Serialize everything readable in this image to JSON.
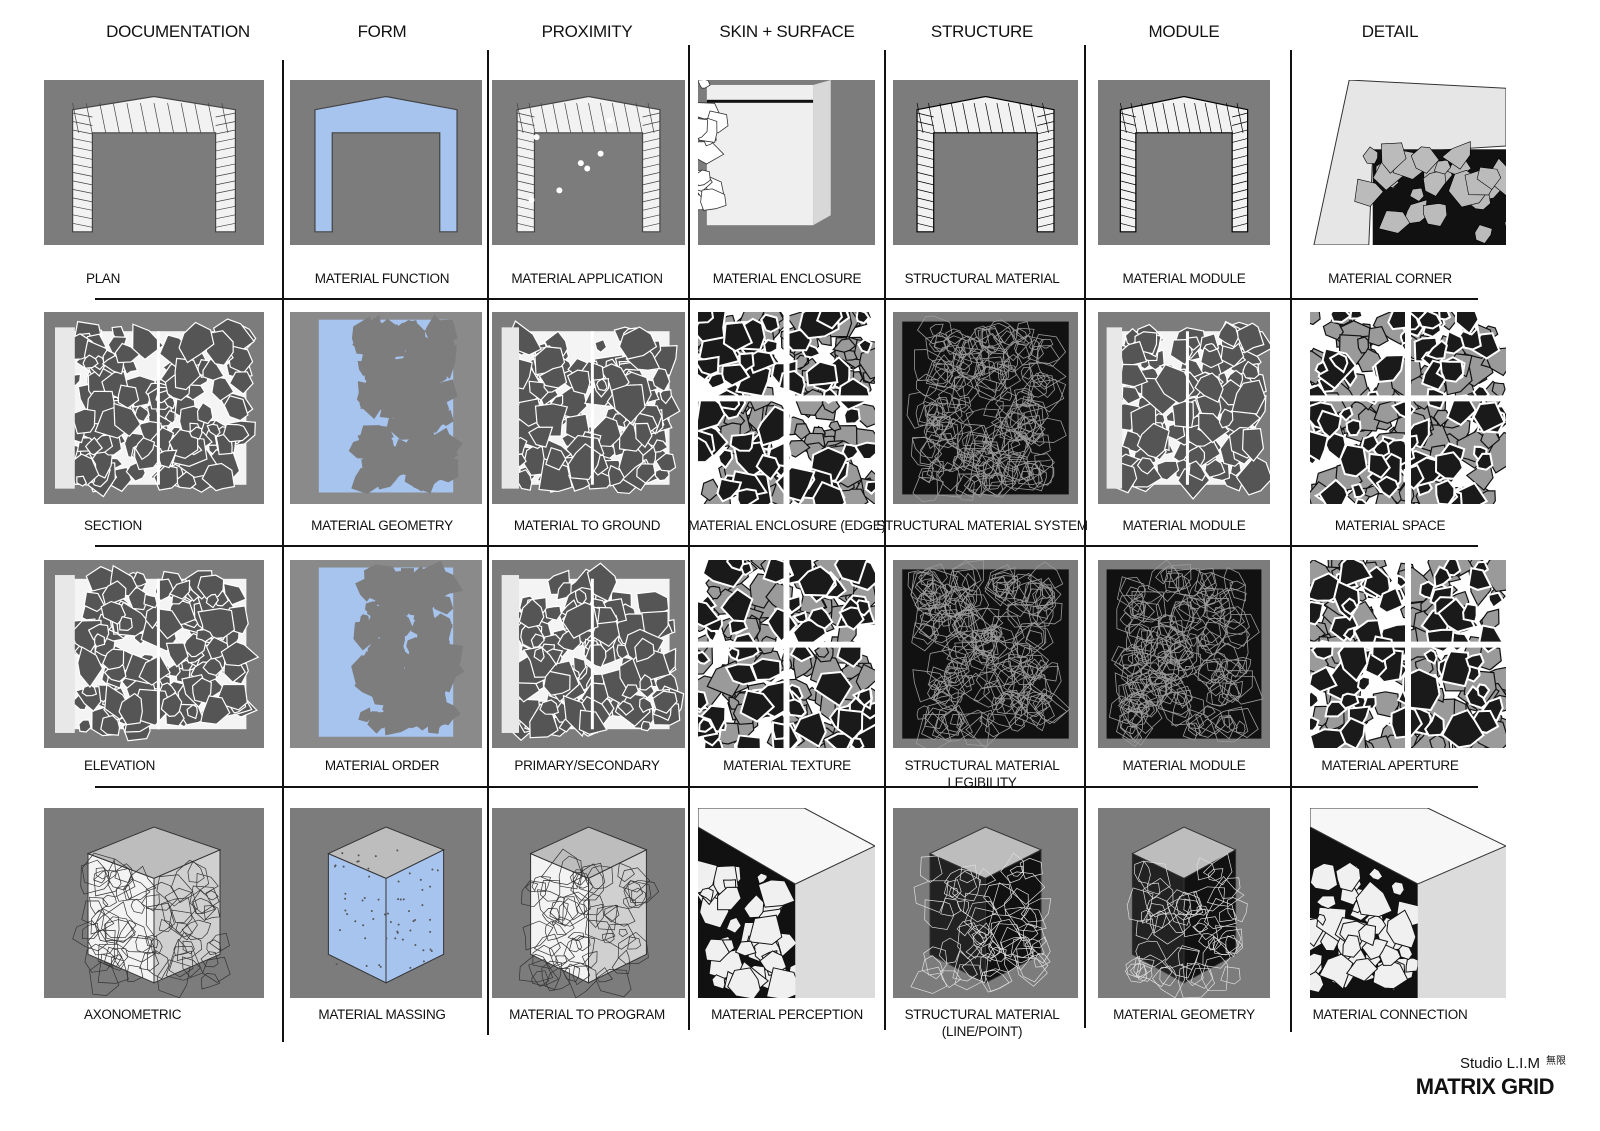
{
  "columns": [
    "DOCUMENTATION",
    "FORM",
    "PROXIMITY",
    "SKIN + SURFACE",
    "STRUCTURE",
    "MODULE",
    "DETAIL"
  ],
  "rows": [
    [
      "PLAN",
      "MATERIAL FUNCTION",
      "MATERIAL APPLICATION",
      "MATERIAL ENCLOSURE",
      "STRUCTURAL MATERIAL",
      "MATERIAL MODULE",
      "MATERIAL CORNER"
    ],
    [
      "SECTION",
      "MATERIAL GEOMETRY",
      "MATERIAL TO GROUND",
      "MATERIAL ENCLOSURE (EDGE)",
      "STRUCTURAL MATERIAL SYSTEM",
      "MATERIAL MODULE",
      "MATERIAL SPACE"
    ],
    [
      "ELEVATION",
      "MATERIAL ORDER",
      "PRIMARY/SECONDARY",
      "MATERIAL TEXTURE",
      "STRUCTURAL MATERIAL\nLEGIBILITY",
      "MATERIAL MODULE",
      "MATERIAL APERTURE"
    ],
    [
      "AXONOMETRIC",
      "MATERIAL MASSING",
      "MATERIAL TO PROGRAM",
      "MATERIAL PERCEPTION",
      "STRUCTURAL MATERIAL\n(LINE/POINT)",
      "MATERIAL GEOMETRY",
      "MATERIAL CONNECTION"
    ]
  ],
  "footer": {
    "studio": "Studio L.I.M",
    "title": "MATRIX GRID"
  },
  "colors": {
    "viewport": "#7c7c7c",
    "material_blue": "#a7c4ef",
    "line": "#111111"
  }
}
